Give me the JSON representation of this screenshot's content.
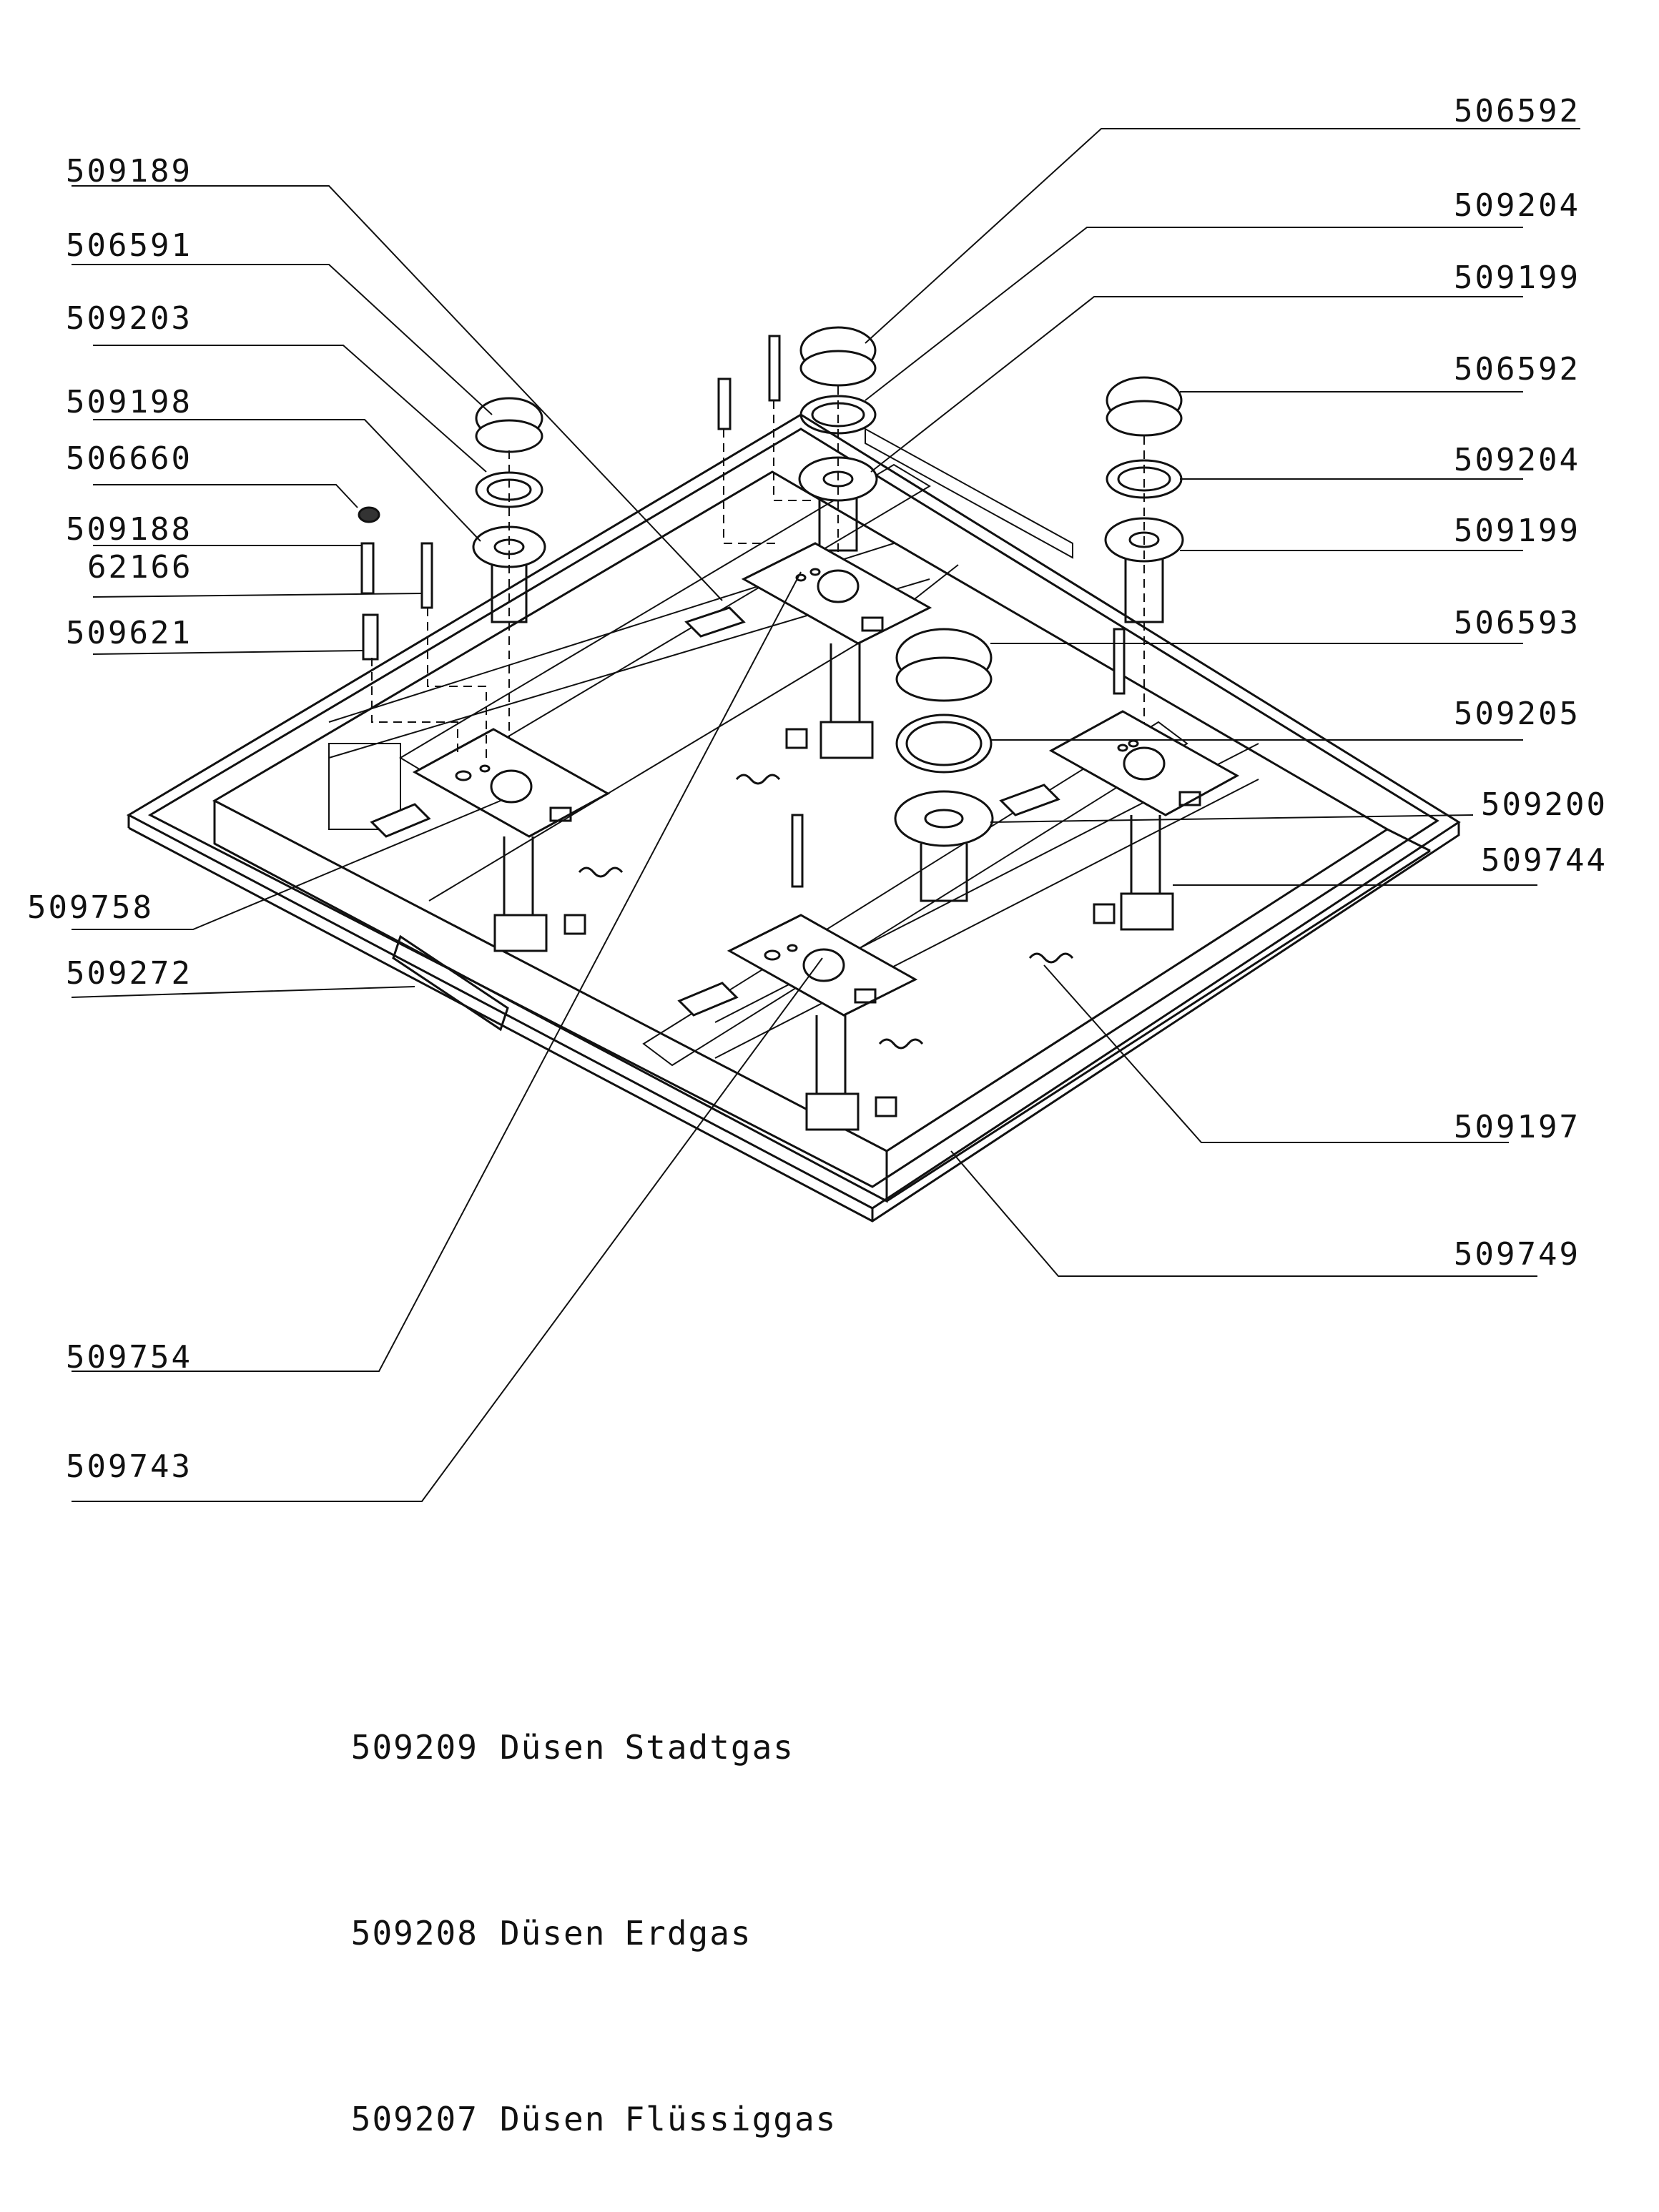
{
  "callouts_left": [
    {
      "id": "l1",
      "label": "509189"
    },
    {
      "id": "l2",
      "label": "506591"
    },
    {
      "id": "l3",
      "label": "509203"
    },
    {
      "id": "l4",
      "label": "509198"
    },
    {
      "id": "l5",
      "label": "506660"
    },
    {
      "id": "l6",
      "label": "509188"
    },
    {
      "id": "l7",
      "label": "62166"
    },
    {
      "id": "l8",
      "label": "509621"
    },
    {
      "id": "l9",
      "label": "509758"
    },
    {
      "id": "l10",
      "label": "509272"
    },
    {
      "id": "l11",
      "label": "509754"
    },
    {
      "id": "l12",
      "label": "509743"
    }
  ],
  "callouts_right": [
    {
      "id": "r1",
      "label": "506592"
    },
    {
      "id": "r2",
      "label": "509204"
    },
    {
      "id": "r3",
      "label": "509199"
    },
    {
      "id": "r4",
      "label": "506592"
    },
    {
      "id": "r5",
      "label": "509204"
    },
    {
      "id": "r6",
      "label": "509199"
    },
    {
      "id": "r7",
      "label": "506593"
    },
    {
      "id": "r8",
      "label": "509205"
    },
    {
      "id": "r9",
      "label": "509200"
    },
    {
      "id": "r10",
      "label": "509744"
    },
    {
      "id": "r11",
      "label": "509197"
    },
    {
      "id": "r12",
      "label": "509749"
    }
  ],
  "legend": [
    {
      "code": "509209",
      "word": "Düsen",
      "gas": "Stadtgas"
    },
    {
      "code": "509208",
      "word": "Düsen",
      "gas": "Erdgas"
    },
    {
      "code": "509207",
      "word": "Düsen",
      "gas": "Flüssiggas"
    }
  ]
}
